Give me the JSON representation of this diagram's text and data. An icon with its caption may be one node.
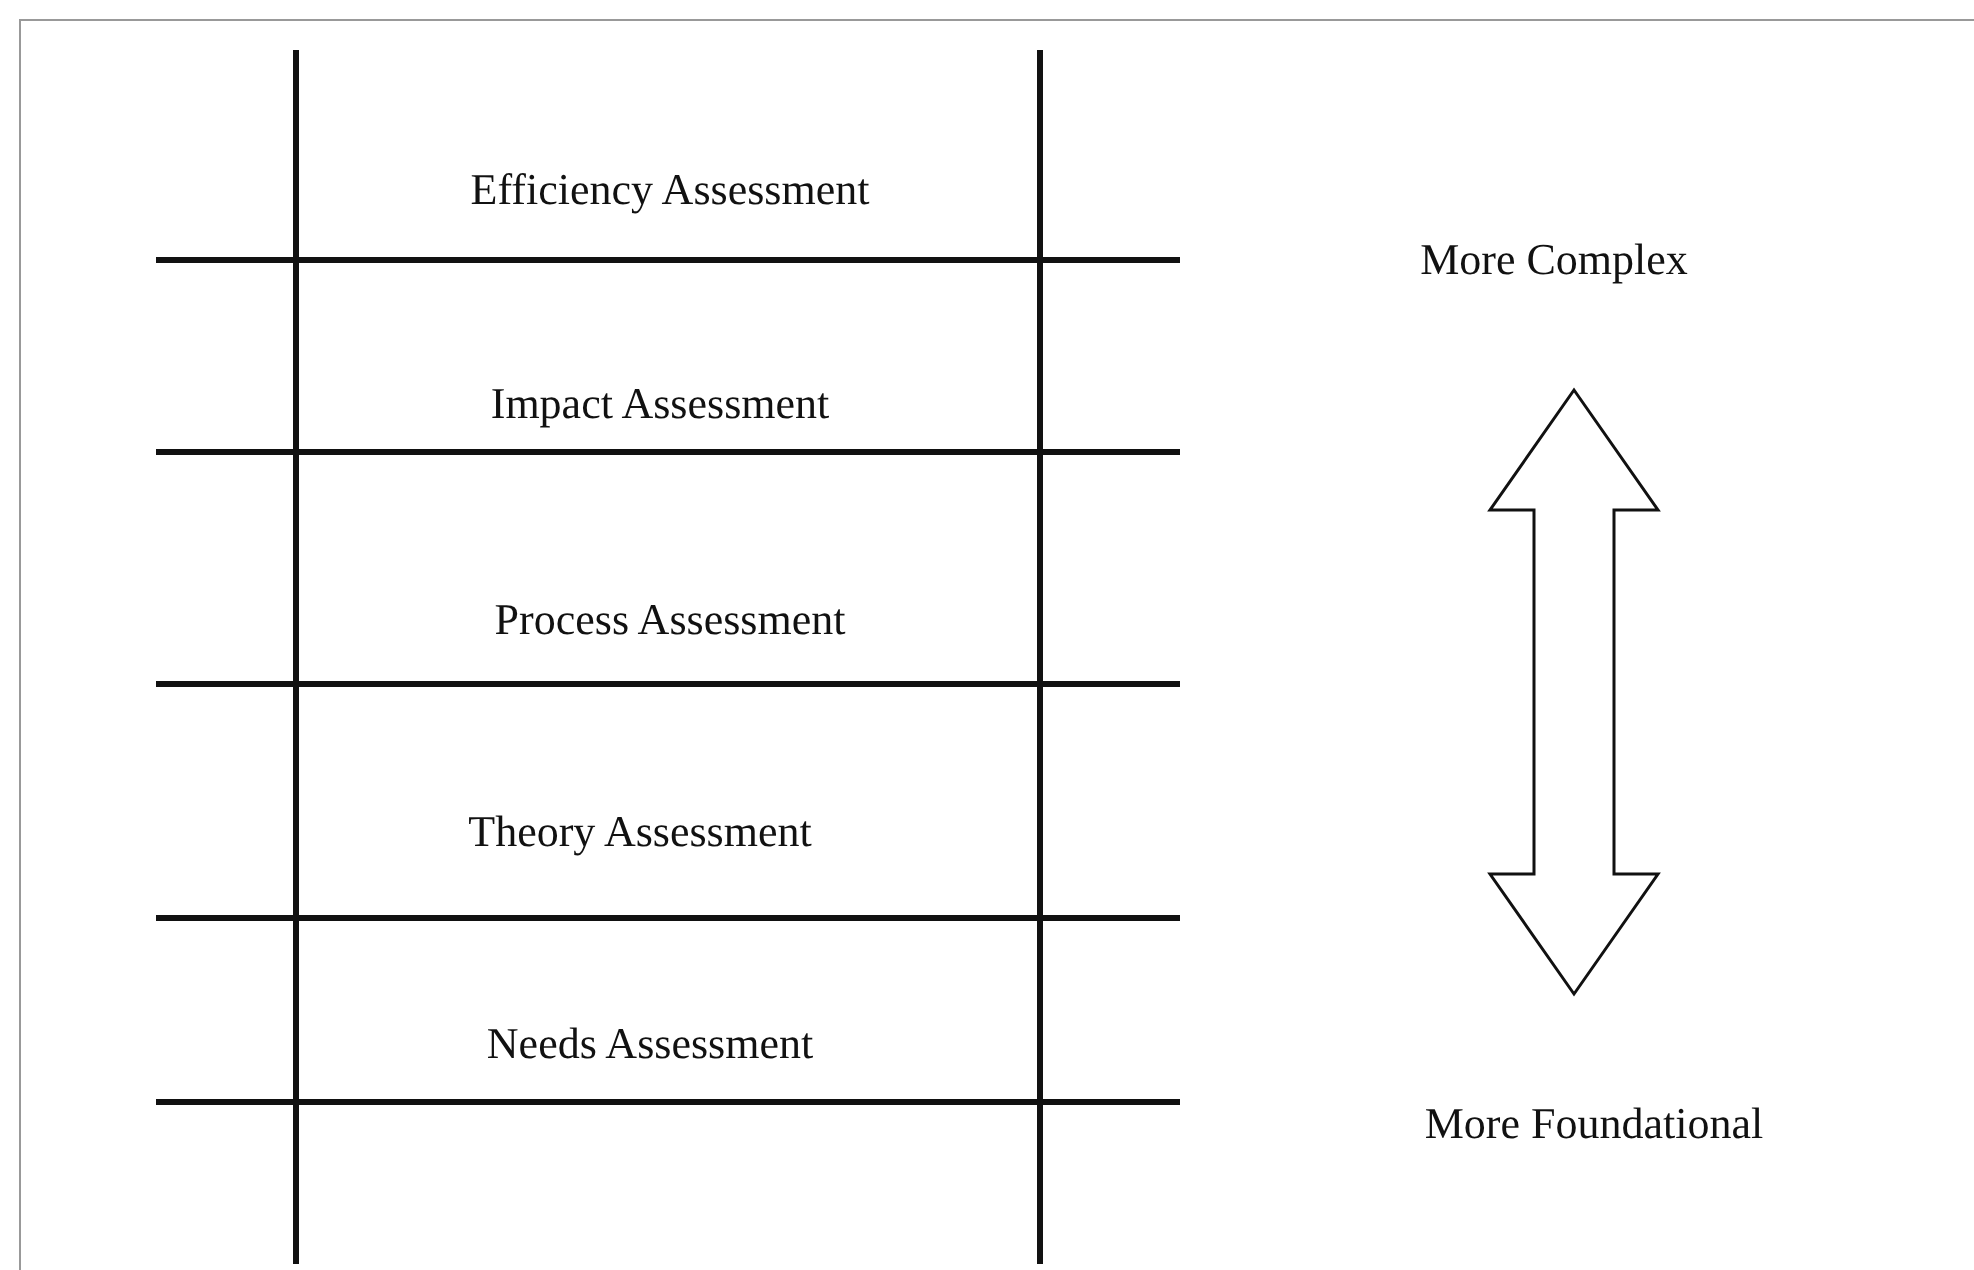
{
  "diagram": {
    "nodes": [
      {
        "text": [
          "Efficiency Assessment"
        ]
      },
      {
        "text": [
          "Impact Assessment"
        ]
      },
      {
        "text": [
          "Process Assessment"
        ]
      },
      {
        "text": [
          "Theory Assessment"
        ]
      },
      {
        "text": [
          "Needs Assessment"
        ]
      },
      {
        "text": [
          "More Complex"
        ]
      },
      {
        "text": [
          "More Foundational"
        ]
      }
    ],
    "edges": [
      {
        "from": 5,
        "to": 6,
        "arrow": "both"
      }
    ]
  }
}
